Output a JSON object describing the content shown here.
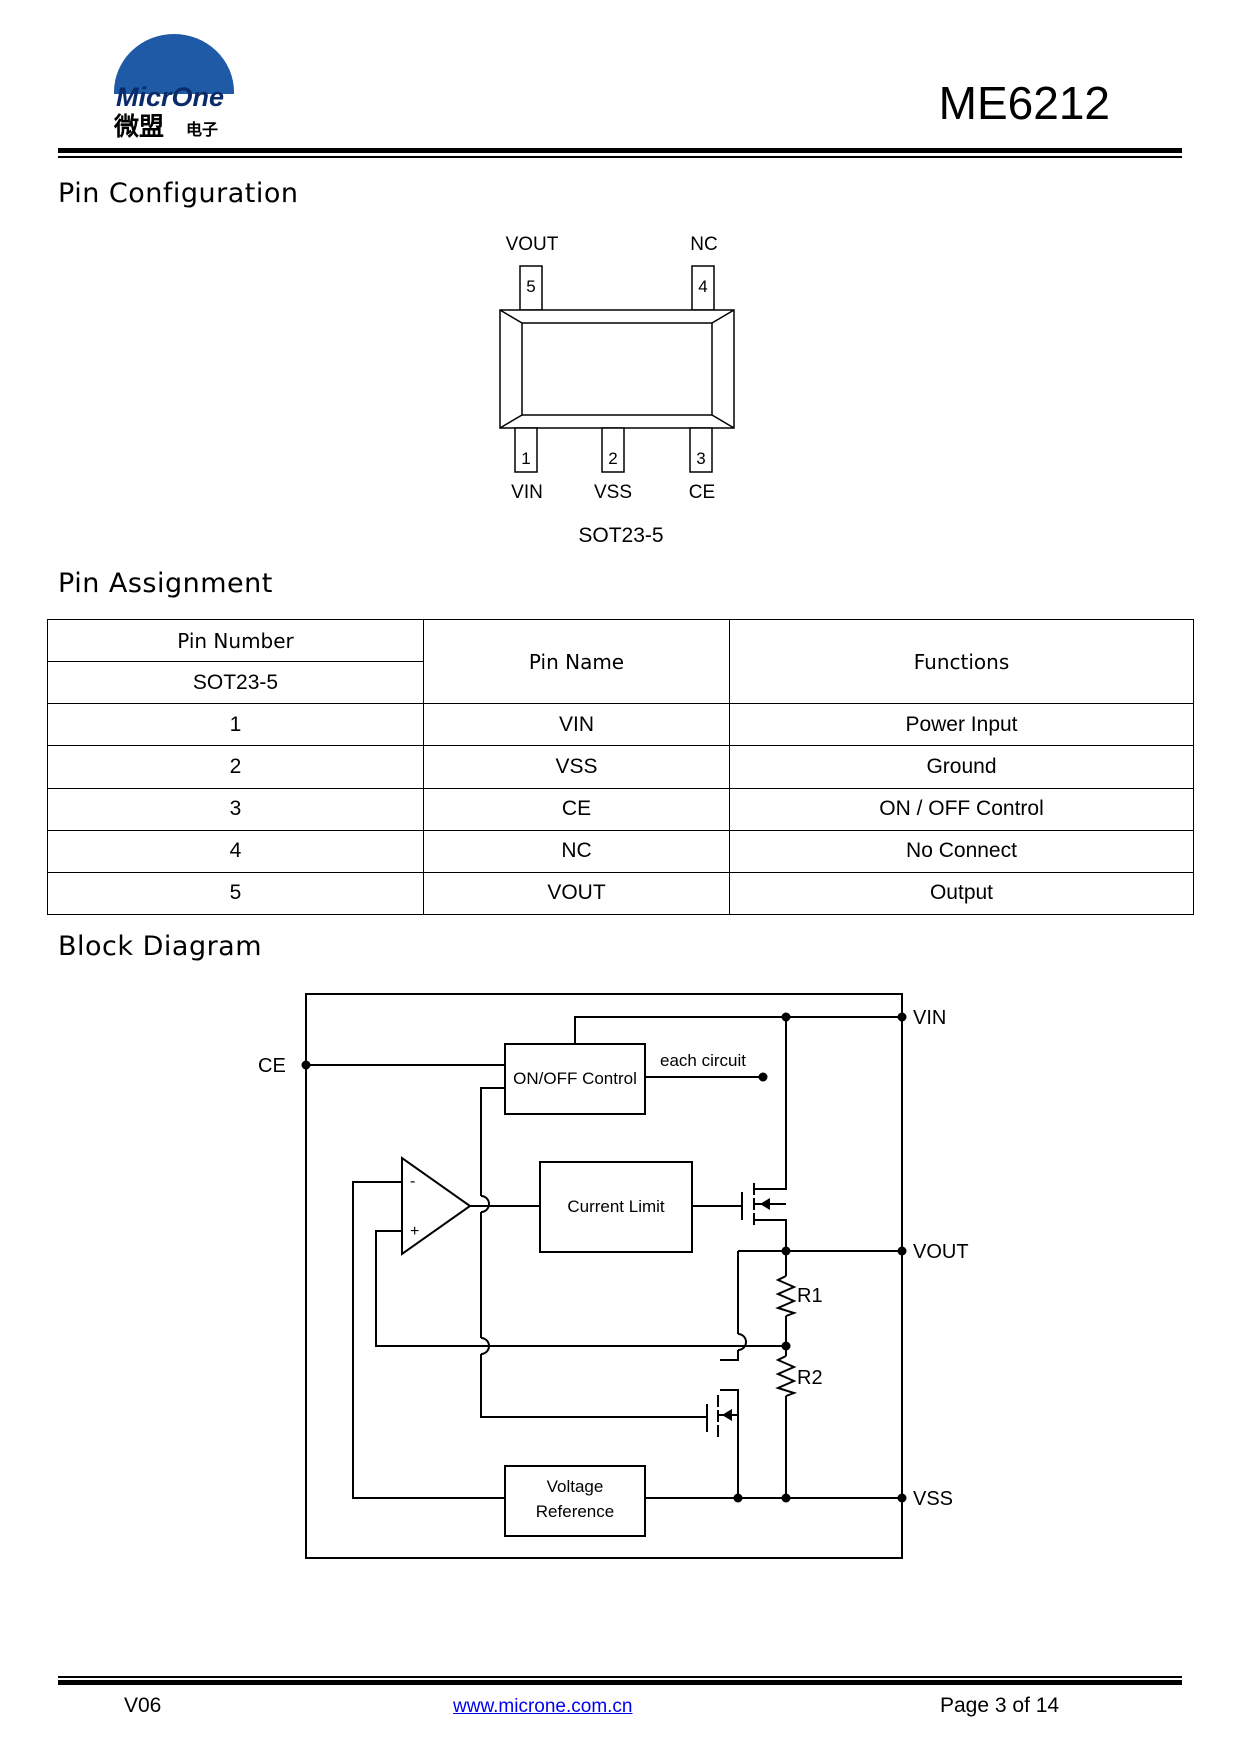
{
  "header": {
    "logo": {
      "brand_latin": "MicrOne",
      "brand_cn": "微盟",
      "brand_cn_sub": "电子"
    },
    "part_number": "ME6212"
  },
  "sections": {
    "pin_configuration": "Pin Configuration",
    "pin_assignment": "Pin Assignment",
    "block_diagram": "Block Diagram"
  },
  "pin_config": {
    "package": "SOT23-5",
    "top_pins": [
      {
        "number": "5",
        "name": "VOUT"
      },
      {
        "number": "4",
        "name": "NC"
      }
    ],
    "bottom_pins": [
      {
        "number": "1",
        "name": "VIN"
      },
      {
        "number": "2",
        "name": "VSS"
      },
      {
        "number": "3",
        "name": "CE"
      }
    ]
  },
  "pin_table": {
    "headers": {
      "pin_number": "Pin Number",
      "package": "SOT23-5",
      "pin_name": "Pin Name",
      "functions": "Functions"
    },
    "rows": [
      {
        "number": "1",
        "name": "VIN",
        "function": "Power Input"
      },
      {
        "number": "2",
        "name": "VSS",
        "function": "Ground"
      },
      {
        "number": "3",
        "name": "CE",
        "function": "ON / OFF Control"
      },
      {
        "number": "4",
        "name": "NC",
        "function": "No Connect"
      },
      {
        "number": "5",
        "name": "VOUT",
        "function": "Output"
      }
    ]
  },
  "block_diagram": {
    "terminals": {
      "vin": "VIN",
      "vout": "VOUT",
      "vss": "VSS",
      "ce": "CE"
    },
    "blocks": {
      "onoff": "ON/OFF Control",
      "each_circuit": "each circuit",
      "current_limit": "Current Limit",
      "vref_line1": "Voltage",
      "vref_line2": "Reference"
    },
    "amp": {
      "minus": "-",
      "plus": "+"
    },
    "resistors": {
      "r1": "R1",
      "r2": "R2"
    }
  },
  "footer": {
    "version": "V06",
    "website": "www.microne.com.cn",
    "page": "Page 3 of 14"
  }
}
